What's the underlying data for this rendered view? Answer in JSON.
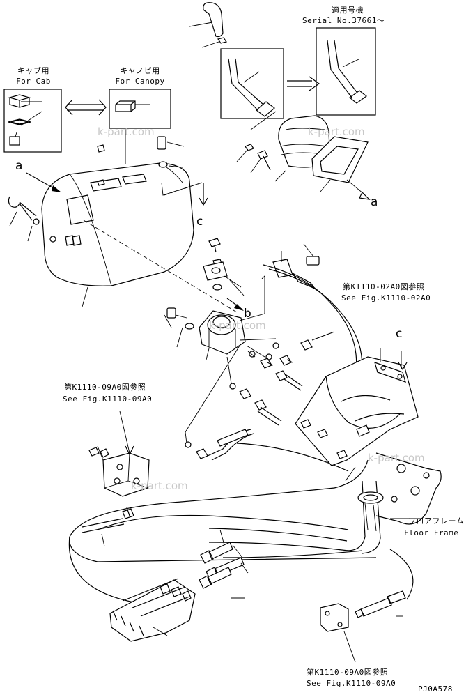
{
  "labels": {
    "for_cab_jp": "キャブ用",
    "for_cab_en": "For Cab",
    "for_canopy_jp": "キャノピ用",
    "for_canopy_en": "For Canopy",
    "serial_jp": "適用号機",
    "serial_en": "Serial No.37661～",
    "ref_02a0_jp": "第K1110-02A0図参照",
    "ref_02a0_en": "See Fig.K1110-02A0",
    "ref_09a0_top_jp": "第K1110-09A0図参照",
    "ref_09a0_top_en": "See Fig.K1110-09A0",
    "ref_09a0_bot_jp": "第K1110-09A0図参照",
    "ref_09a0_bot_en": "See Fig.K1110-09A0",
    "floor_frame_jp": "フロアフレーム",
    "floor_frame_en": "Floor Frame",
    "drawing_code": "PJ0A578"
  },
  "callouts": {
    "a_left": "a",
    "a_right": "a",
    "b": "b",
    "c_left": "c",
    "c_right": "c"
  },
  "watermarks": [
    "k-part.com",
    "k-part.com",
    "k-part.com",
    "k-part.com",
    "k-part.com"
  ]
}
